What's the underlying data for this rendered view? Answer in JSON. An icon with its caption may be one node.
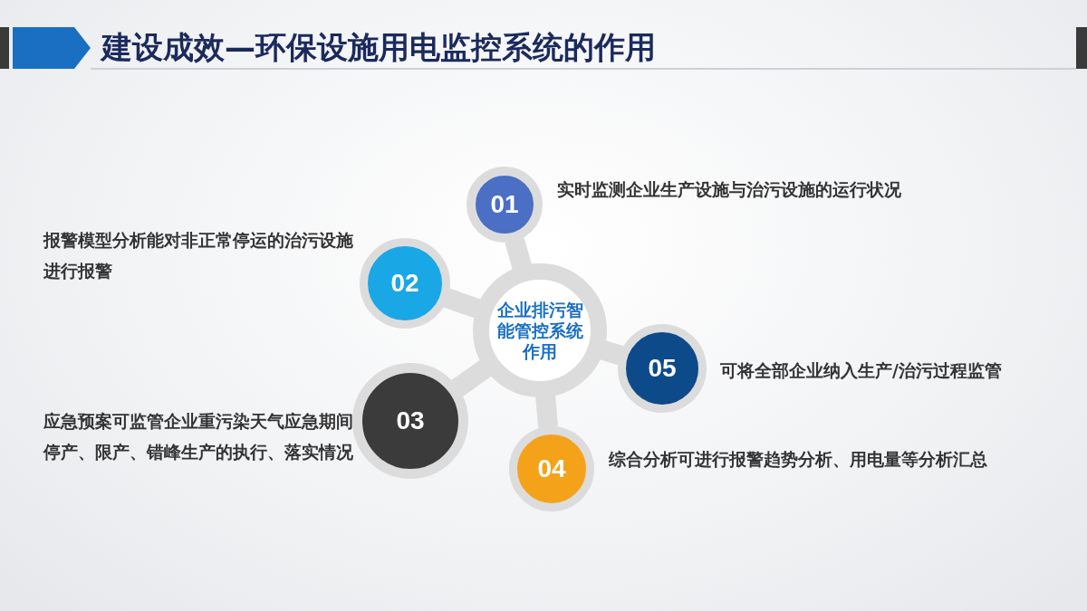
{
  "diagram": {
    "title": "建设成效—环保设施用电监控系统的作用",
    "nodes": [
      {
        "text": [
          "企业排污智能管控系统作用"
        ]
      },
      {
        "text": [
          "01"
        ],
        "beside": [
          "实时监测企业生产设施与治污设施的运行状况"
        ]
      },
      {
        "text": [
          "02"
        ],
        "beside": [
          "报警模型分析能对非正常停运的治污设施进行报警"
        ]
      },
      {
        "text": [
          "05"
        ],
        "beside": [
          "可将全部企业纳入生产/治污过程监管"
        ]
      },
      {
        "text": [
          "03"
        ],
        "beside": [
          "应急预案可监管企业重污染天气应急期间停产、限产、错峰生产的执行、落实情况"
        ]
      },
      {
        "text": [
          "04"
        ],
        "beside": [
          "综合分析可进行报警趋势分析、用电量等分析汇总"
        ]
      }
    ],
    "edges": [
      {
        "from": 0,
        "to": 1,
        "arrow": "none"
      },
      {
        "from": 0,
        "to": 2,
        "arrow": "none"
      },
      {
        "from": 0,
        "to": 3,
        "arrow": "none"
      },
      {
        "from": 0,
        "to": 4,
        "arrow": "none"
      },
      {
        "from": 0,
        "to": 5,
        "arrow": "none"
      }
    ]
  }
}
